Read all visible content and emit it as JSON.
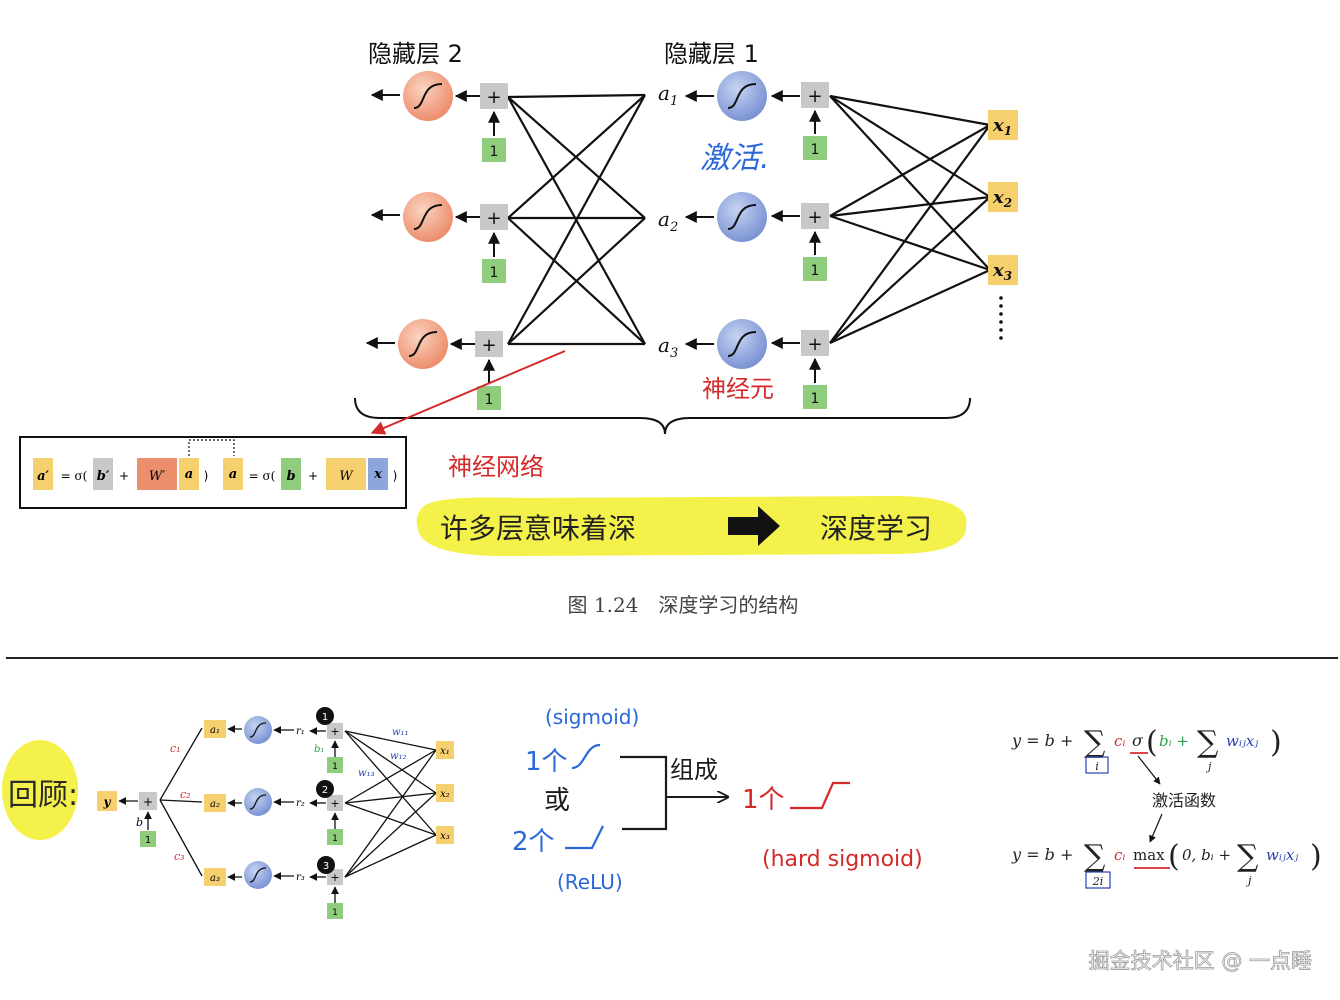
{
  "top": {
    "layer2_label": "隐藏层 2",
    "layer1_label": "隐藏层 1",
    "activation_note": "激活.",
    "neuron_note": "神经元",
    "network_note": "神经网络",
    "plus": "+",
    "one": "1",
    "a_labels": [
      "a",
      "a",
      "a"
    ],
    "a_subs": [
      "1",
      "2",
      "3"
    ],
    "x_labels": [
      "x",
      "x",
      "x"
    ],
    "x_subs": [
      "1",
      "2",
      "3"
    ],
    "ellipsis": "⋮",
    "formula": {
      "left": {
        "a": "a′",
        "eq": "= σ(",
        "b": "b′",
        "plus": "+",
        "W": "W′",
        "a2": "a",
        "close": ")"
      },
      "right": {
        "a": "a",
        "eq": "= σ(",
        "b": "b",
        "plus": "+",
        "W": "W",
        "x": "x",
        "close": ")"
      }
    },
    "banner_left": "许多层意味着深",
    "banner_right": "深度学习",
    "caption": "图 1.24　深度学习的结构"
  },
  "bottom": {
    "review_label": "回顾:",
    "y": "y",
    "b": "b",
    "c_labels": [
      "c₁",
      "c₂",
      "c₃"
    ],
    "a_labels": [
      "a₁",
      "a₂",
      "a₃"
    ],
    "r_labels": [
      "r₁",
      "r₂",
      "r₃"
    ],
    "b1": "b₁",
    "w_labels": [
      "w₁₁",
      "w₁₂",
      "w₁₃"
    ],
    "node_numbers": [
      "1",
      "2",
      "3"
    ],
    "x_labels": [
      "x₁",
      "x₂",
      "x₃"
    ],
    "sigmoid_label": "(sigmoid)",
    "relu_label": "(ReLU)",
    "option1": "1个",
    "or": "或",
    "option2": "2个",
    "merge_word": "组成",
    "result": "1个",
    "hard_sigmoid": "(hard sigmoid)",
    "eq1_prefix": "y = b +",
    "eq1_sum_idx": "i",
    "eq1_c": "cᵢ",
    "eq1_sigma": "σ",
    "eq1_inner": "bᵢ +",
    "eq1_sum_j": "j",
    "eq1_w": "wᵢⱼxⱼ",
    "activation_fn": "激活函数",
    "eq2_prefix": "y = b +",
    "eq2_sum_idx": "2i",
    "eq2_c": "cᵢ",
    "eq2_max": "max",
    "eq2_inner": "0, bᵢ +",
    "eq2_sum_j": "j",
    "eq2_w": "wᵢⱼxⱼ",
    "watermark": "掘金技术社区 @ 一点睡"
  },
  "colors": {
    "orange_node": "#f0a080",
    "blue_node": "#8fa6dd",
    "yellow_box": "#f6cf6e",
    "green_box": "#8fcc7c",
    "gray_box": "#c8c8c8",
    "red": "#d42a2a",
    "blue_ink": "#2a68d8",
    "highlight": "#f4f24a"
  }
}
